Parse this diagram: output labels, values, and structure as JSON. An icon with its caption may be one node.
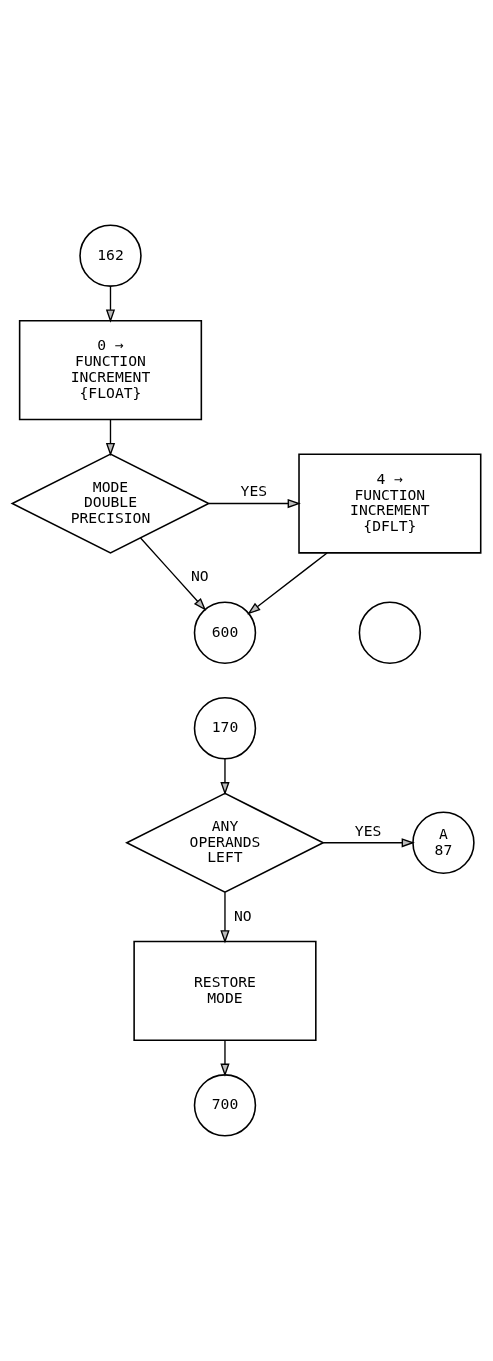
{
  "diagram": {
    "nodes": [
      {
        "text": [
          "162"
        ]
      },
      {
        "text": [
          "0 → FUNCTION INCREMENT {FLOAT}"
        ]
      },
      {
        "text": [
          "MODE DOUBLE PRECISION"
        ]
      },
      {
        "text": [
          "4 → FUNCTION INCREMENT {DFLT}"
        ]
      },
      {
        "text": [
          "600"
        ]
      },
      {
        "text": [],
        "shape": "circle"
      },
      {
        "text": [
          "170"
        ]
      },
      {
        "text": [
          "ANY OPERANDS LEFT"
        ]
      },
      {
        "text": [
          "A 87"
        ]
      },
      {
        "text": [
          "RESTORE MODE"
        ]
      },
      {
        "text": [
          "700"
        ]
      }
    ],
    "edges": [
      {
        "from": 0,
        "to": 1,
        "arrow": "to"
      },
      {
        "from": 1,
        "to": 2,
        "arrow": "to"
      },
      {
        "from": 2,
        "to": 3,
        "label": "YES",
        "arrow": "to"
      },
      {
        "from": 2,
        "to": 4,
        "label": "NO",
        "arrow": "to"
      },
      {
        "from": 3,
        "to": 4,
        "arrow": "to"
      },
      {
        "from": 6,
        "to": 7,
        "arrow": "to"
      },
      {
        "from": 7,
        "to": 8,
        "label": "YES",
        "arrow": "to"
      },
      {
        "from": 7,
        "to": 9,
        "label": "NO",
        "arrow": "to"
      },
      {
        "from": 9,
        "to": 10,
        "arrow": "to"
      }
    ]
  }
}
